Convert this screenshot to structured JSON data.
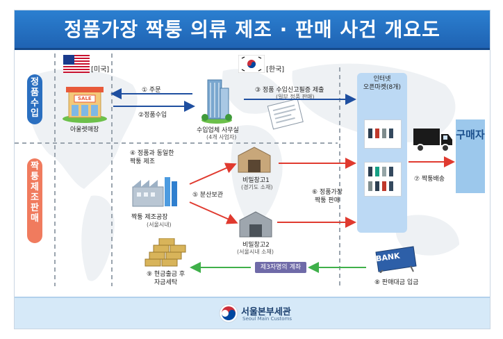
{
  "title": "정품가장 짝퉁 의류 제조 · 판매 사건 개요도",
  "sections": {
    "import_label": "정품수입",
    "fake_label": "짝퉁 제조판매"
  },
  "places": {
    "usa": "[미국]",
    "korea": "[한국]"
  },
  "nodes": {
    "outlet": "아울렛매장",
    "outlet_sign": "SALE",
    "importer": "수입업체 사무실",
    "importer_sub": "(4개 사업자)",
    "market": "인터넷\n오픈마켓(8개)",
    "buyer": "구매자",
    "factory": "짝퉁 제조공장",
    "factory_sub": "(서울시내)",
    "wh1": "비밀창고1",
    "wh1_sub": "(경기도 소재)",
    "wh2": "비밀창고2",
    "wh2_sub": "(서울시내 소재)",
    "bank": "BANK",
    "account": "제3자명의 계좌"
  },
  "steps": {
    "s1": "① 주문",
    "s2": "②정품수입",
    "s3": "③ 정품 수입신고필증 제출",
    "s3_sub": "(일부 정품 판매)",
    "s4": "④ 정품과 동일한\n짝퉁 제조",
    "s5": "⑤ 분산보관",
    "s6": "⑥ 정품가장\n짝퉁 판매",
    "s7": "⑦ 짝퉁배송",
    "s8": "⑧ 판매대금 입금",
    "s9": "⑨ 현금출금 후\n자금세탁"
  },
  "footer": {
    "org": "서울본부세관",
    "org_en": "Seoul Main Customs"
  },
  "colors": {
    "header": "#1f63b3",
    "blue_arrow": "#1f4fa0",
    "red_arrow": "#e03a2f",
    "green_arrow": "#3fb04a",
    "import_pill": "#2a6fc0",
    "fake_pill": "#f07b5e",
    "market_panel": "#bcd9f4"
  }
}
